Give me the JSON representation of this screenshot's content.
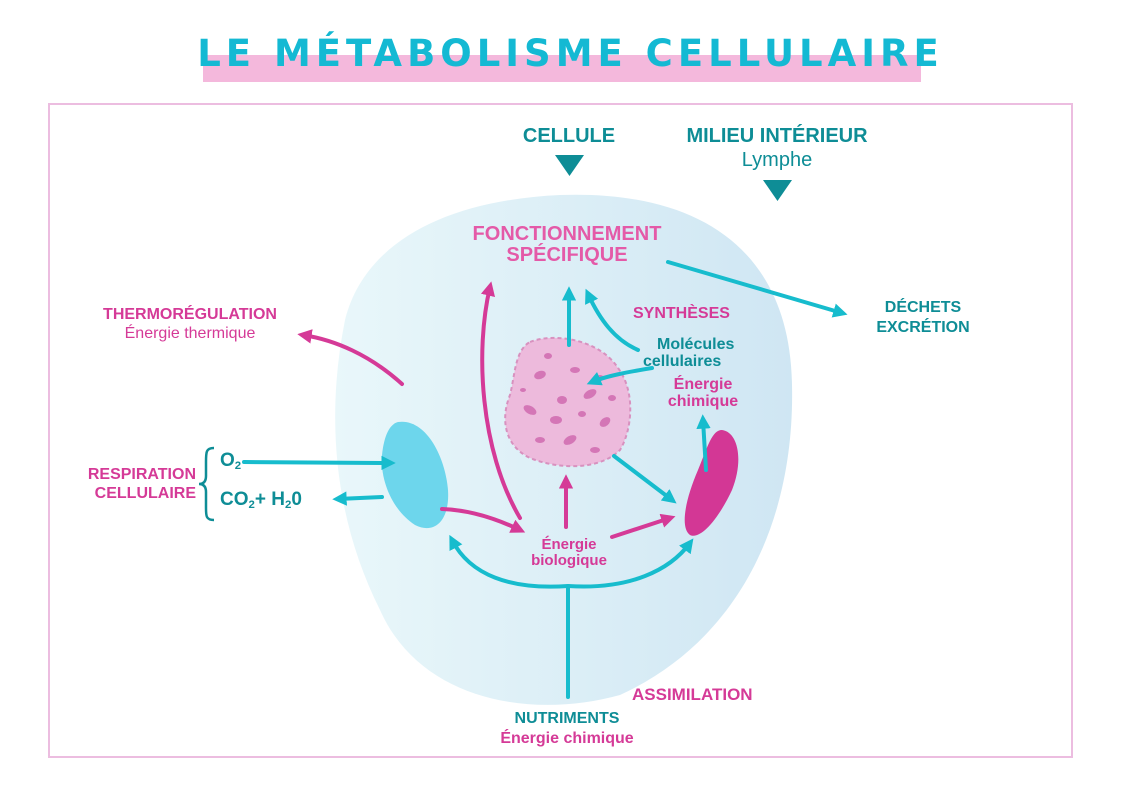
{
  "title": "LE MÉTABOLISME CELLULAIRE",
  "labels": {
    "cellule": "CELLULE",
    "milieu_interieur": "MILIEU INTÉRIEUR",
    "lymphe": "Lymphe",
    "fonctionnement_line1": "FONCTIONNEMENT",
    "fonctionnement_line2": "SPÉCIFIQUE",
    "dechets": "DÉCHETS",
    "excretion": "EXCRÉTION",
    "thermoregulation": "THERMORÉGULATION",
    "energie_thermique": "Énergie thermique",
    "syntheses": "SYNTHÈSES",
    "molecules": "Molécules",
    "cellulaires": "cellulaires",
    "energie_chimique_line1": "Énergie",
    "energie_chimique_line2": "chimique",
    "respiration_line1": "RESPIRATION",
    "respiration_line2": "CELLULAIRE",
    "o2_letter": "O",
    "o2_sub": "2",
    "co2_letter": "CO",
    "co2_sub": "2",
    "plus": "+",
    "h2o_h": "H",
    "h2o_sub": "2",
    "h2o_o": "0",
    "energie_bio_line1": "Énergie",
    "energie_bio_line2": "biologique",
    "assimilation": "ASSIMILATION",
    "nutriments": "NUTRIMENTS",
    "energie_chimique_nutriments": "Énergie chimique"
  },
  "colors": {
    "teal": "#0e8d96",
    "cyan_arrow": "#17bccd",
    "pink": "#d53a97",
    "title_cyan": "#14b9d3",
    "title_highlight": "#f4b8dc",
    "cell_light": "#dff3f8",
    "nucleus": "#edbadc",
    "mitochondria_blue": "#6dd6ec",
    "organelle_magenta": "#d33795"
  }
}
